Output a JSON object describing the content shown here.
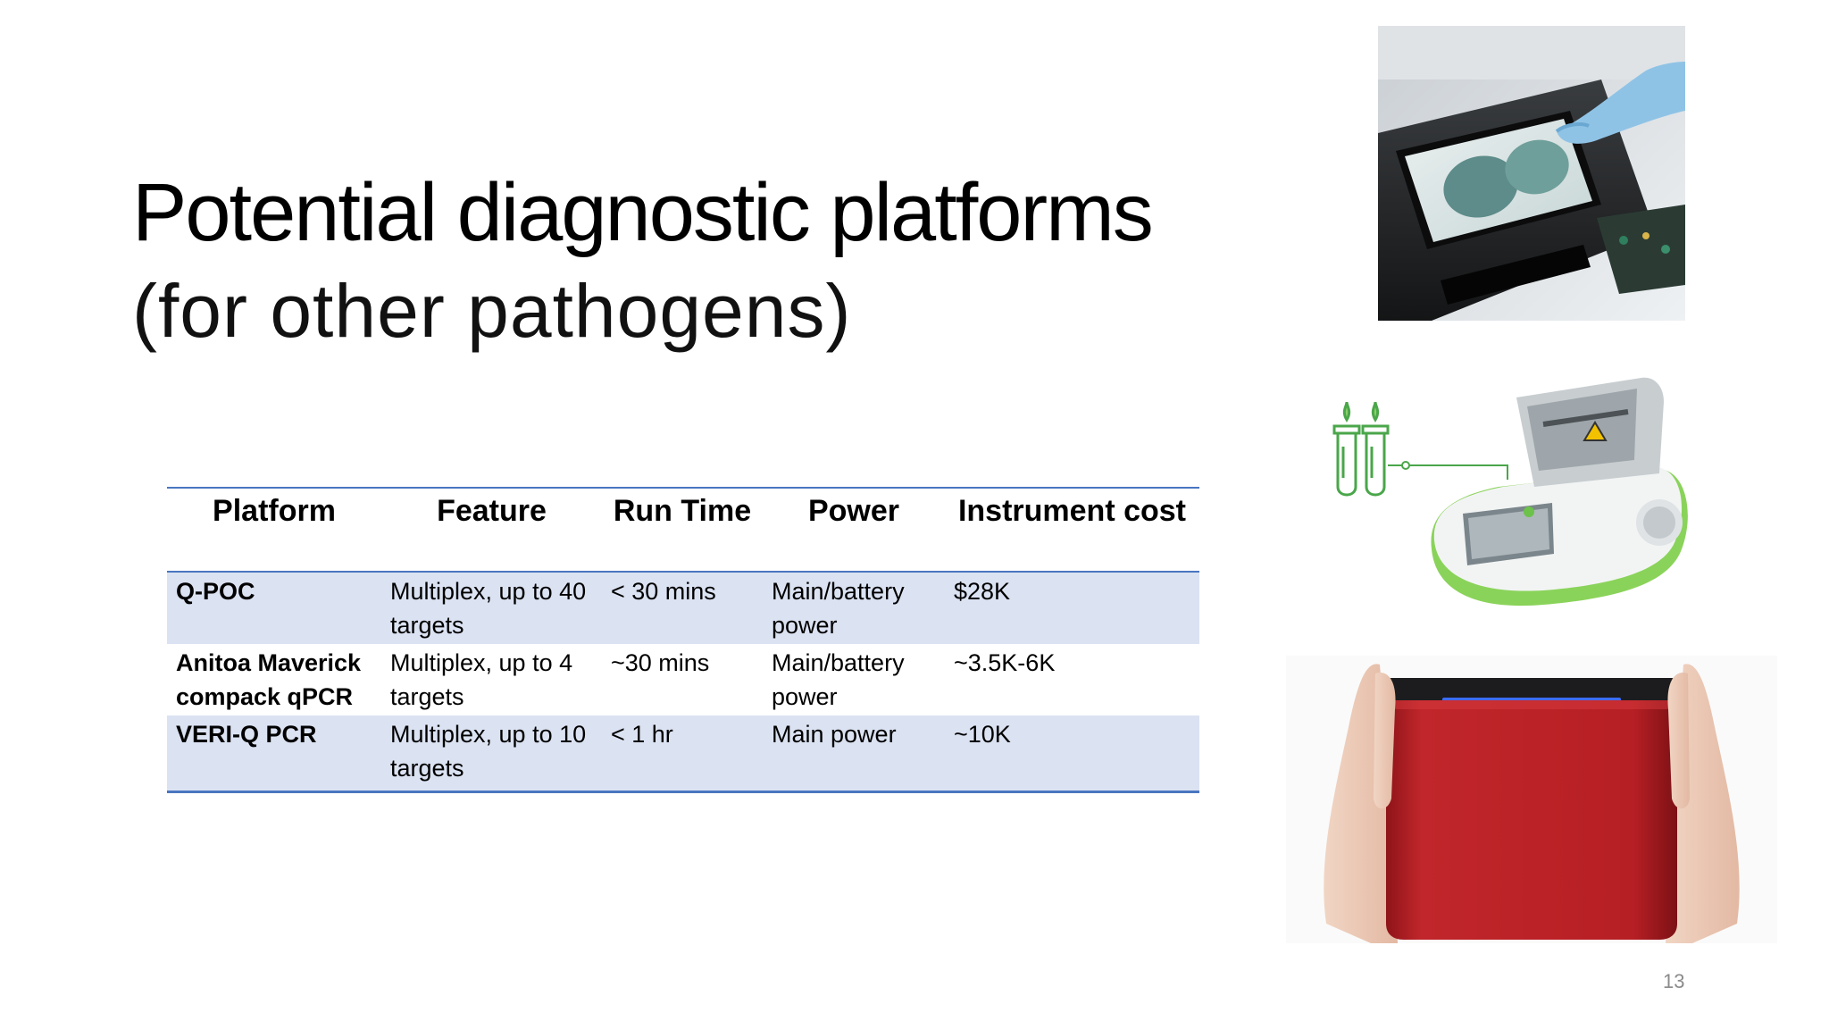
{
  "slide": {
    "title": "Potential diagnostic platforms",
    "subtitle": "(for other pathogens)",
    "page_number": "13"
  },
  "table": {
    "headers": [
      "Platform",
      "Feature",
      "Run Time",
      "Power",
      "Instrument cost"
    ],
    "rows": [
      [
        "Q-POC",
        "Multiplex, up to 40 targets",
        "< 30 mins",
        "Main/battery power",
        "$28K"
      ],
      [
        "Anitoa Maverick compack qPCR",
        "Multiplex, up to 4 targets",
        "~30 mins",
        "Main/battery power",
        "~3.5K-6K"
      ],
      [
        "VERI-Q PCR",
        "Multiplex, up to 10 targets",
        "< 1 hr",
        "Main power",
        "~10K"
      ]
    ]
  },
  "colors": {
    "table_rule": "#4a76c0",
    "row_band": "#dbe2f2",
    "device_red": "#c0262b",
    "device_green": "#6cc24a"
  },
  "icons": [
    "qpoc-device-photo",
    "anitoa-device-photo",
    "veriq-device-photo"
  ]
}
